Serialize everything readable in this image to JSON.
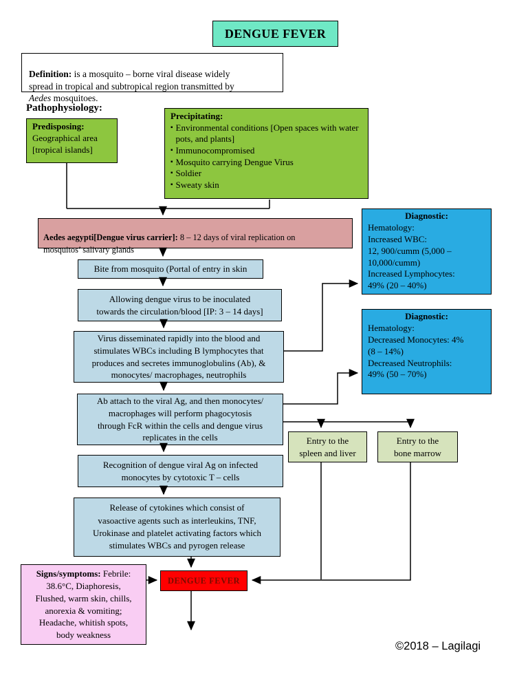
{
  "page": {
    "copyright": "©2018 – Lagilagi",
    "background": "#ffffff"
  },
  "colors": {
    "title_bg": "#6FE8C5",
    "factor_green": "#8DC63F",
    "carrier_rose": "#D9A0A0",
    "chain_blue": "#BDD9E6",
    "diagnostic_cyan": "#29ABE2",
    "entry_olive": "#D6E3BC",
    "signs_pink": "#F9CDF3",
    "outcome_red": "#FF0000",
    "outcome_text": "#7A0C00",
    "line": "#000000"
  },
  "title": "DENGUE FEVER",
  "definition": {
    "lead": "Definition:",
    "body": " is a mosquito – borne viral disease widely\nspread in tropical and subtropical region transmitted by\n",
    "species": "Aedes",
    "tail": " mosquitoes."
  },
  "section_label": "Pathophysiology:",
  "predisposing": {
    "lead": "Predisposing:",
    "body": "Geographical area\n[tropical islands]"
  },
  "precipitating": {
    "lead": "Precipitating:",
    "bullet_char": "▪",
    "items": [
      "Environmental conditions [Open spaces with water pots, and plants]",
      "Immunocompromised",
      "Mosquito carrying Dengue Virus",
      "Soldier",
      "Sweaty skin"
    ]
  },
  "carrier": {
    "lead": "Aedes aegypti[Dengue virus carrier]:",
    "body": " 8 – 12 days of viral replication on\nmosquitos’ salivary glands"
  },
  "flow": {
    "bite": "Bite from mosquito (Portal of entry in skin",
    "inoculation": "Allowing dengue virus to be inoculated\ntowards the circulation/blood [IP: 3 – 14 days]",
    "dissemination": "Virus disseminated rapidly into the blood and\nstimulates WBCs including B lymphocytes that\nproduces and secretes immunoglobulins (Ab), &\nmonocytes/ macrophages, neutrophils",
    "phagocytosis": "Ab attach to the viral Ag, and then monocytes/\nmacrophages will perform phagocytosis\nthrough FcR within the cells and dengue virus\nreplicates in the cells",
    "recognition": "Recognition of dengue viral Ag on infected\nmonocytes by cytotoxic T – cells",
    "cytokines": "Release of cytokines which consist of\nvasoactive agents such as interleukins, TNF,\nUrokinase and platelet activating factors which\nstimulates WBCs and pyrogen release"
  },
  "diagnostic1": {
    "heading": "Diagnostic:",
    "body": "Hematology:\nIncreased WBC:\n12, 900/cumm (5,000 –\n10,000/cumm)\nIncreased Lymphocytes:\n49% (20 – 40%)"
  },
  "diagnostic2": {
    "heading": "Diagnostic:",
    "body": "Hematology:\nDecreased Monocytes: 4%\n(8 – 14%)\nDecreased Neutrophils:\n49% (50 – 70%)"
  },
  "entry_spleen": "Entry to the\nspleen and liver",
  "entry_marrow": "Entry to the\nbone marrow",
  "signs": {
    "lead": "Signs/symptoms:",
    "body": " Febrile:\n38.6°C, Diaphoresis,\nFlushed, warm skin, chills,\nanorexia & vomiting;\nHeadache, whitish spots,\nbody weakness"
  },
  "outcome": "DENGUE FEVER"
}
